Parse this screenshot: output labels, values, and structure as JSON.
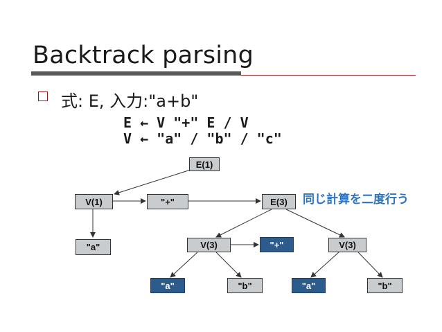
{
  "slide": {
    "title": "Backtrack parsing",
    "bullet": "式: E, 入力:\"a+b\"",
    "grammar": [
      "E ← V \"+\" E / V",
      "V ← \"a\" / \"b\" / \"c\""
    ],
    "note": "同じ計算を二度行う"
  },
  "tree": {
    "nodes": {
      "e1": "E(1)",
      "v1": "V(1)",
      "plus1": "\"+\"",
      "e3": "E(3)",
      "a1": "\"a\"",
      "v3a": "V(3)",
      "plus2": "\"+\"",
      "v3b": "V(3)",
      "a2": "\"a\"",
      "b1": "\"b\"",
      "a3": "\"a\"",
      "b2": "\"b\""
    }
  },
  "colors": {
    "node_fill": "#c9cccf",
    "node_dark": "#2d5b8c",
    "note": "#2f74c0",
    "accent": "#8b1a1a"
  }
}
